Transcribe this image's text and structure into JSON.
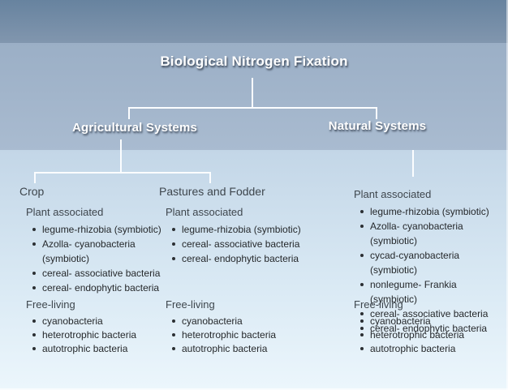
{
  "diagram": {
    "title": "Biological Nitrogen Fixation",
    "branch_left": "Agricultural Systems",
    "branch_right": "Natural Systems",
    "columns": [
      {
        "heading": "Crop",
        "sections": [
          {
            "heading": "Plant associated",
            "items": [
              "legume-rhizobia (symbiotic)",
              "Azolla- cyanobacteria (symbiotic)",
              "cereal- associative bacteria",
              "cereal- endophytic bacteria"
            ]
          },
          {
            "heading": "Free-living",
            "items": [
              "cyanobacteria",
              "heterotrophic bacteria",
              "autotrophic bacteria"
            ]
          }
        ]
      },
      {
        "heading": "Pastures and Fodder",
        "sections": [
          {
            "heading": "Plant associated",
            "items": [
              "legume-rhizobia (symbiotic)",
              "cereal- associative bacteria",
              "cereal- endophytic bacteria"
            ]
          },
          {
            "heading": "Free-living",
            "items": [
              "cyanobacteria",
              "heterotrophic bacteria",
              "autotrophic bacteria"
            ]
          }
        ]
      },
      {
        "heading": "",
        "sections": [
          {
            "heading": "Plant associated",
            "items": [
              "legume-rhizobia (symbiotic)",
              "Azolla- cyanobacteria (symbiotic)",
              "cycad-cyanobacteria (symbiotic)",
              "nonlegume- Frankia (symbiotic)",
              "cereal- associative bacteria",
              "cereal- endophytic bacteria"
            ]
          },
          {
            "heading": "Free-living",
            "items": [
              "cyanobacteria",
              "heterotrophic bacteria",
              "autotrophic bacteria"
            ]
          }
        ]
      }
    ],
    "colors": {
      "band_top_start": "#67839f",
      "band_top_end": "#8196ae",
      "band_mid_start": "#9bafc6",
      "band_mid_end": "#a9bbd0",
      "content_start": "#c3d6e7",
      "content_end": "#ecf6fc",
      "connector": "#fbfdff",
      "label_text": "#ffffff",
      "heading_text": "#3e464d",
      "item_text": "#25282b"
    }
  }
}
